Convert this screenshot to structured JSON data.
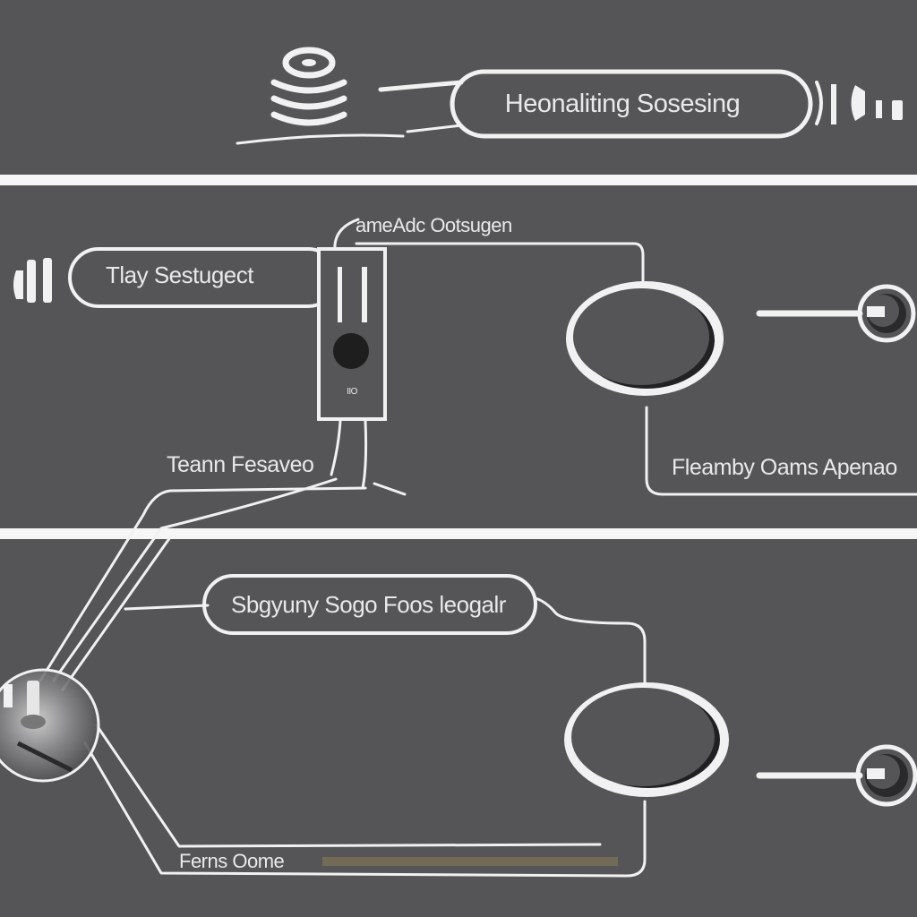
{
  "header": {
    "title": "Heonaliting Sosesing",
    "icon": "stacked-disc-icon",
    "side_icon": "plug-icon"
  },
  "middle": {
    "top_label": "ameAdc Ootsugen",
    "pill_label": "Tlay Sestugect",
    "device_label": "IIO",
    "left_label": "Teann Fesaveo",
    "right_label": "Fleamby Oams Apenao"
  },
  "bottom": {
    "pill_label": "Sbgyuny Sogo Foos leogalr",
    "bottom_label": "Ferns Oome"
  },
  "colors": {
    "background": "#555558",
    "line": "#f1f1f1",
    "text": "#e9e9e9"
  }
}
